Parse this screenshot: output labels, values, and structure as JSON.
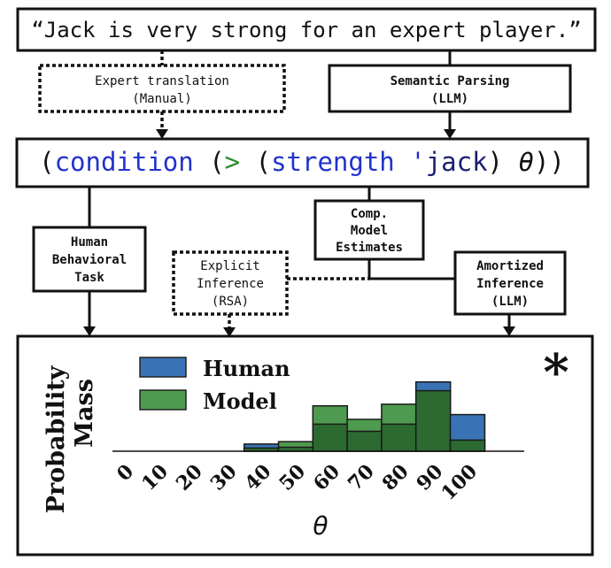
{
  "sentence": "“Jack is very strong for an expert player.”",
  "expert_translation": [
    "Expert translation",
    "(Manual)"
  ],
  "semantic_parsing": [
    "Semantic Parsing",
    "(LLM)"
  ],
  "program": {
    "open1": "(",
    "fn1": "condition",
    "sp1": " ",
    "open2": "(",
    "op": ">",
    "sp2": " ",
    "open3": "(",
    "fn2": "strength",
    "sp3": " ",
    "quote": "'",
    "arg": "jack",
    "close3": ")",
    "sp4": " ",
    "theta": "θ",
    "close21": "))",
    "colors": {
      "fn": "#2233cc",
      "op": "#2e8b2e",
      "text": "#111111"
    }
  },
  "human_behavioral_task": [
    "Human",
    "Behavioral",
    "Task"
  ],
  "comp_model_estimates": [
    "Comp.",
    "Model",
    "Estimates"
  ],
  "explicit_inference": [
    "Explicit",
    "Inference",
    "(RSA)"
  ],
  "amortized_inference": [
    "Amortized",
    "Inference",
    "(LLM)"
  ],
  "asterisk": "*",
  "chart_data": {
    "type": "bar",
    "categories": [
      "0",
      "10",
      "20",
      "30",
      "40",
      "50",
      "60",
      "70",
      "80",
      "90",
      "100"
    ],
    "series": [
      {
        "name": "Human",
        "values": [
          0,
          0,
          0,
          0,
          0.009,
          0.005,
          0.034,
          0.025,
          0.034,
          0.087,
          0.046
        ],
        "color": "#3a73b5"
      },
      {
        "name": "Model",
        "values": [
          0,
          0,
          0,
          0,
          0.004,
          0.012,
          0.057,
          0.04,
          0.059,
          0.076,
          0.014
        ],
        "color": "#4e9a4e"
      }
    ],
    "overlap_color": "#2c6a32",
    "title": "",
    "xlabel": "θ",
    "ylabel": [
      "Probability",
      "Mass"
    ],
    "ylim": [
      0,
      0.1
    ],
    "legend": "top-left",
    "grid": false
  }
}
